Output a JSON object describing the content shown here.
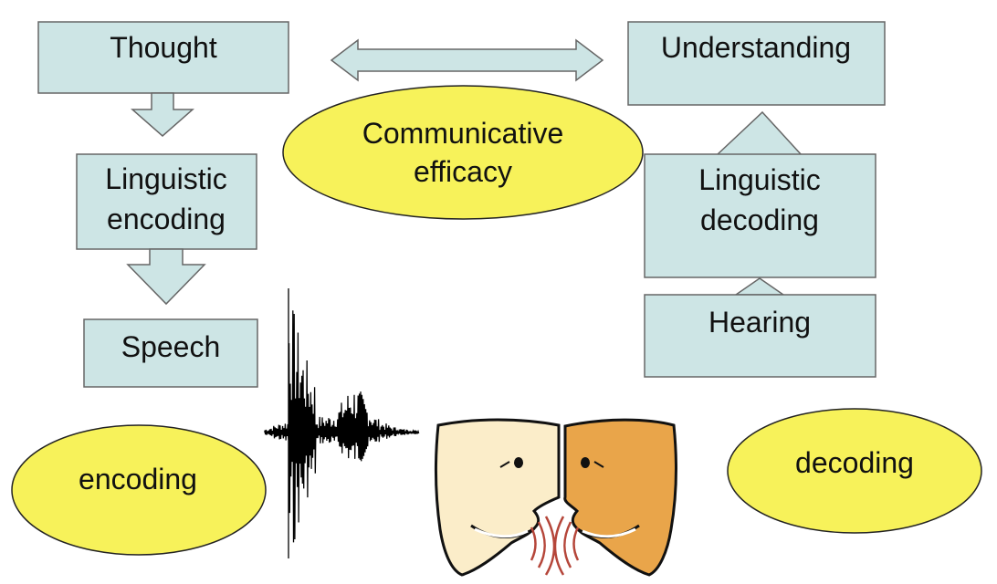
{
  "colors": {
    "box_fill": "#cde5e5",
    "box_stroke": "#666666",
    "ellipse_fill": "#f7f25a",
    "ellipse_stroke": "#222222",
    "face_left": "#fbedc9",
    "face_right": "#e9a54a",
    "sound_waves": "#b5463a",
    "waveform": "#000000"
  },
  "encoding_side": {
    "thought": "Thought",
    "linguistic_encoding": [
      "Linguistic",
      "encoding"
    ],
    "speech": "Speech"
  },
  "decoding_side": {
    "understanding": "Understanding",
    "linguistic_decoding": [
      "Linguistic",
      "decoding"
    ],
    "hearing": "Hearing"
  },
  "center": {
    "communicative_efficacy": [
      "Communicative",
      "efficacy"
    ]
  },
  "ellipses": {
    "encoding": "encoding",
    "decoding": "decoding"
  },
  "icons": [
    "double-headed-arrow-icon",
    "down-arrow-icon",
    "up-arrow-icon",
    "speech-waveform-icon",
    "talking-faces-icon"
  ]
}
